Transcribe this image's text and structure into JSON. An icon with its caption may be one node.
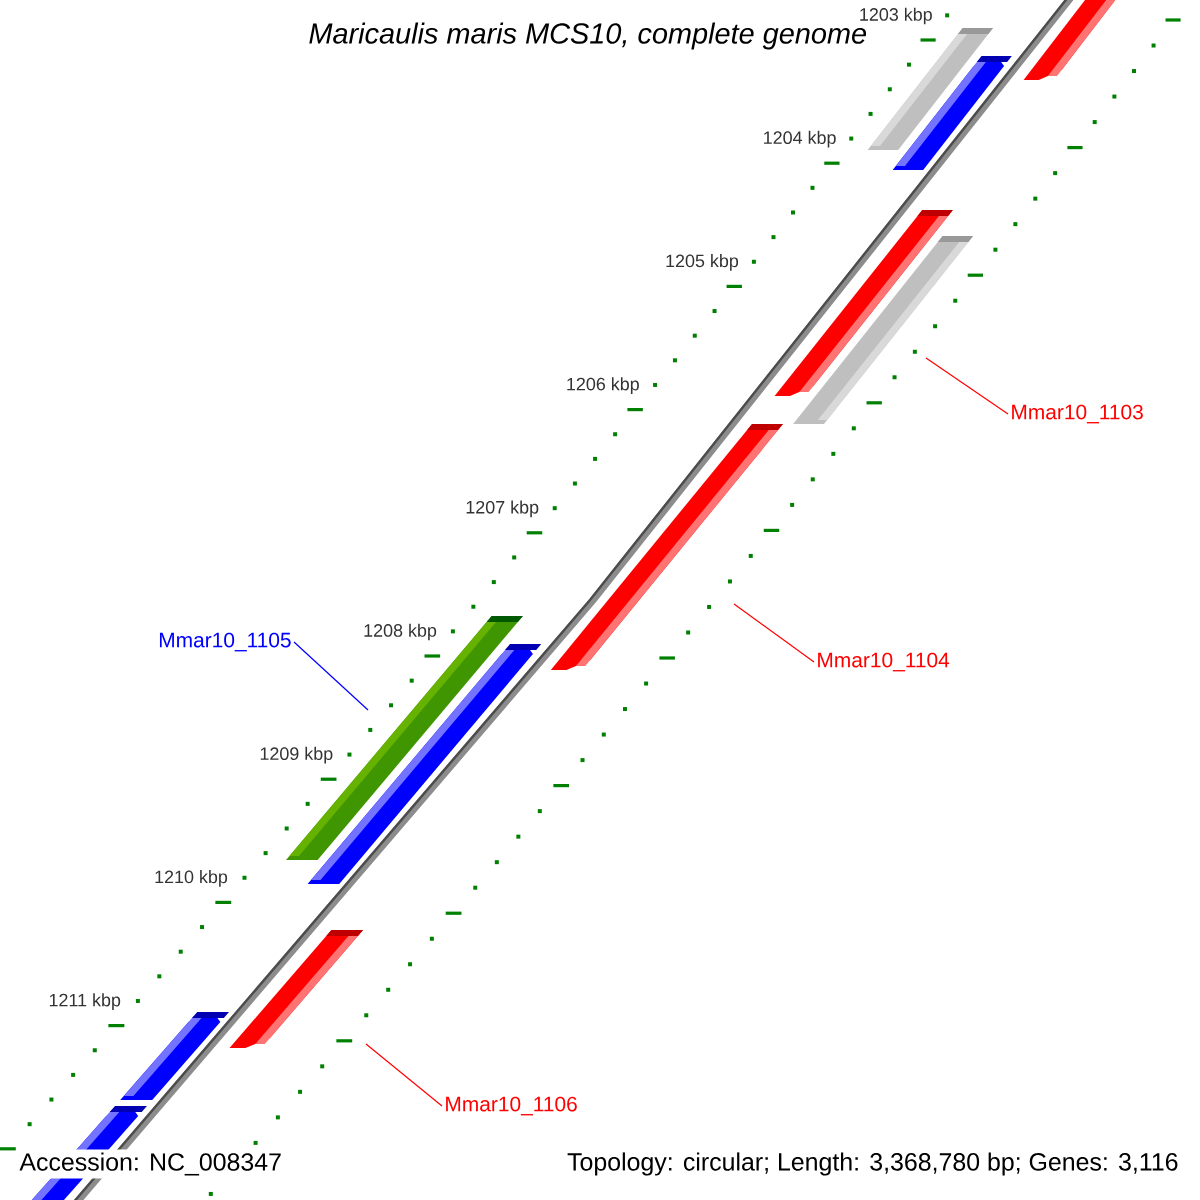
{
  "diagram": {
    "title": "Maricaulis maris MCS10, complete genome",
    "nodes": [
      {
        "text": [
          "Mmar10_1103"
        ]
      },
      {
        "text": [
          "Mmar10_1104"
        ]
      },
      {
        "text": [
          "Mmar10_1105"
        ]
      },
      {
        "text": [
          "Mmar10_1106"
        ]
      }
    ],
    "edges": [
      {
        "from": 0,
        "to": null,
        "arrow": "none"
      },
      {
        "from": 1,
        "to": null,
        "arrow": "none"
      },
      {
        "from": 2,
        "to": null,
        "arrow": "none",
        "color": "#0000ff"
      },
      {
        "from": 3,
        "to": null,
        "arrow": "none"
      }
    ],
    "labels": [
      "1203 kbp",
      "1204 kbp",
      "1205 kbp",
      "1206 kbp",
      "1207 kbp",
      "1208 kbp",
      "1209 kbp",
      "1210 kbp",
      "1211 kbp",
      "Accession: NC_008347",
      "Topology: circular; Length: 3,368,780 bp; Genes: 3,116"
    ]
  }
}
